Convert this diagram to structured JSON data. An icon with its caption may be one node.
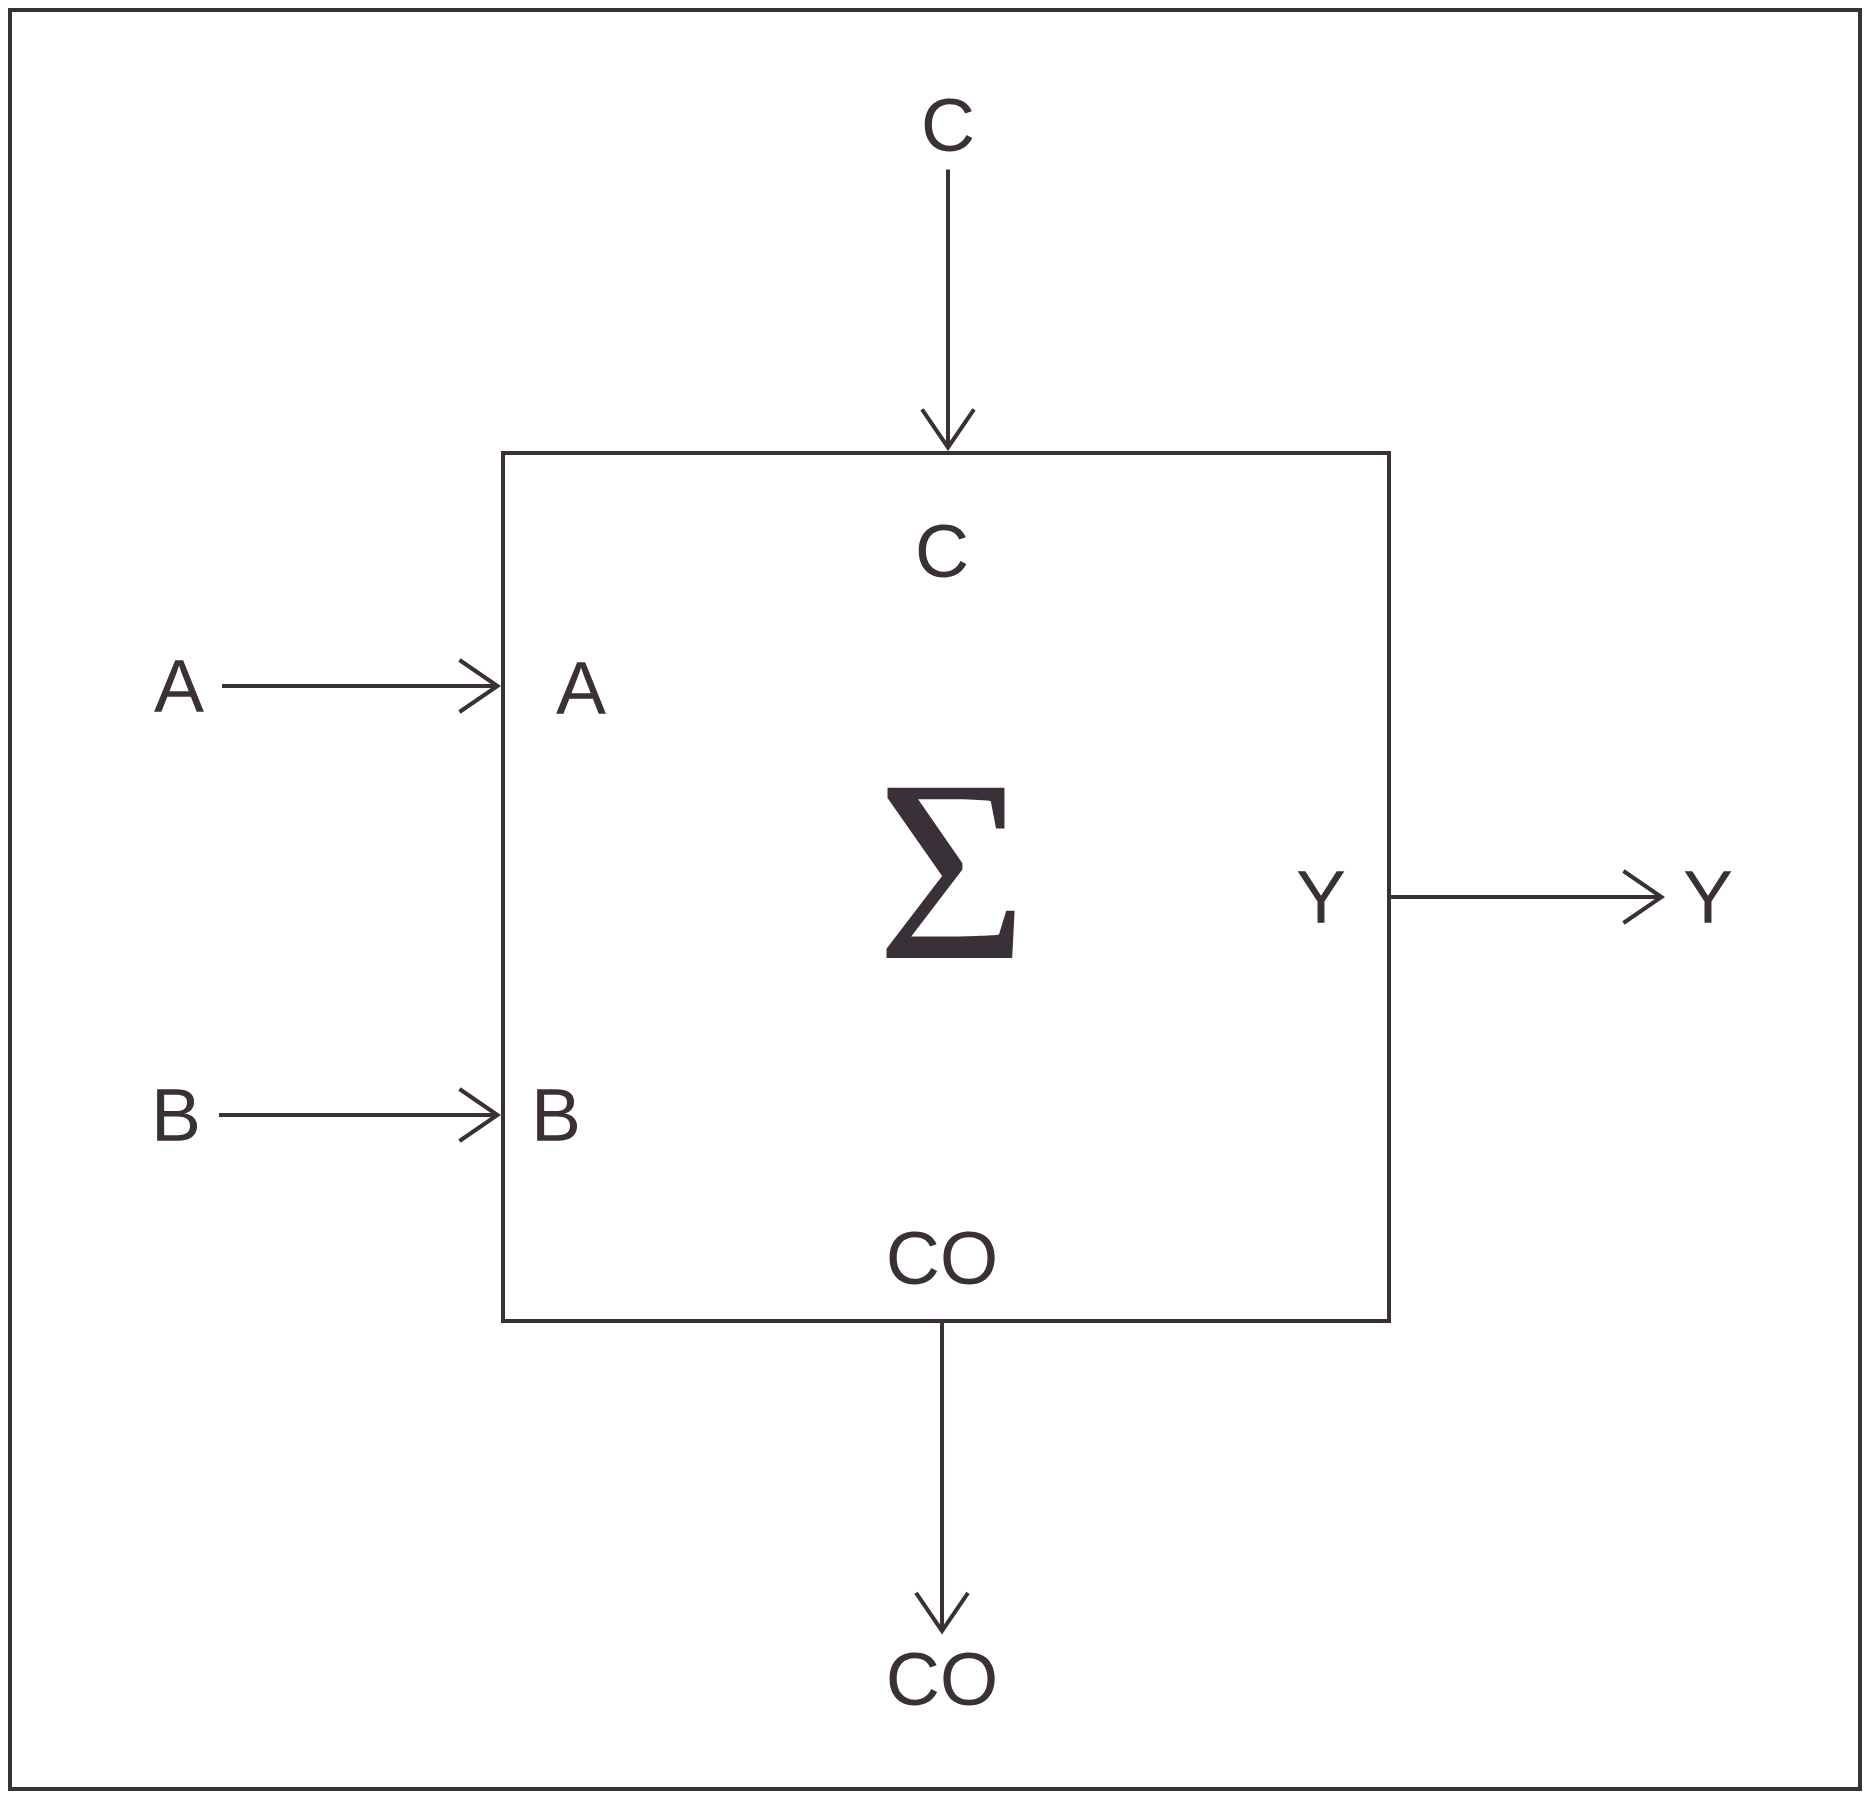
{
  "diagram": {
    "nodes": [
      {
        "text": [
          "C",
          "A",
          "Σ",
          "Y",
          "B",
          "CO"
        ]
      },
      {
        "text": [
          "C"
        ]
      },
      {
        "text": [
          "A"
        ]
      },
      {
        "text": [
          "B"
        ]
      },
      {
        "text": [
          "Y"
        ]
      },
      {
        "text": [
          "CO"
        ]
      }
    ],
    "edges": [
      {
        "from": 1,
        "to": 0,
        "arrow": "to"
      },
      {
        "from": 2,
        "to": 0,
        "arrow": "to"
      },
      {
        "from": 3,
        "to": 0,
        "arrow": "to"
      },
      {
        "from": 0,
        "to": 4,
        "arrow": "to"
      },
      {
        "from": 0,
        "to": 5,
        "arrow": "to"
      }
    ]
  }
}
